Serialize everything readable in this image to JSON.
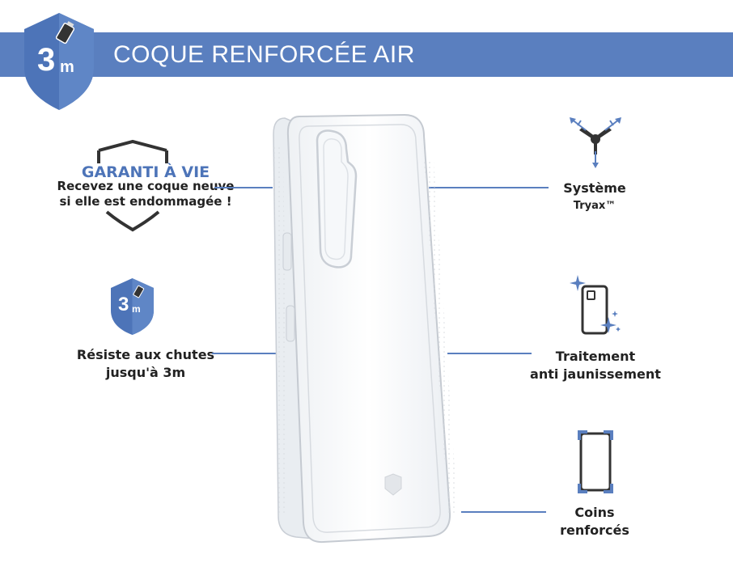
{
  "banner": {
    "title": "COQUE RENFORCÉE AIR",
    "color": "#5a7fbf"
  },
  "badge": {
    "number": "3",
    "unit": "m",
    "icon": "phone-drop-icon"
  },
  "features": {
    "guarantee": {
      "title": "GARANTI À VIE",
      "line1": "Recevez une coque neuve",
      "line2": "si elle est endommagée !",
      "icon": "shield-outline-icon"
    },
    "drop": {
      "line1": "Résiste aux chutes",
      "line2": "jusqu'à 3m",
      "badge_number": "3",
      "badge_unit": "m",
      "icon": "drop-shield-icon"
    },
    "tryax": {
      "line1": "Système",
      "line2": "Tryax™",
      "icon": "tryax-icon"
    },
    "yellowing": {
      "line1": "Traitement",
      "line2": "anti jaunissement",
      "icon": "sparkle-phone-icon"
    },
    "corners": {
      "line1": "Coins",
      "line2": "renforcés",
      "icon": "reinforced-corners-icon"
    }
  },
  "product": {
    "icon": "clear-phone-case-image"
  },
  "colors": {
    "accent": "#5a7fbf",
    "text": "#222222",
    "guarantee_title": "#4d74b8"
  }
}
